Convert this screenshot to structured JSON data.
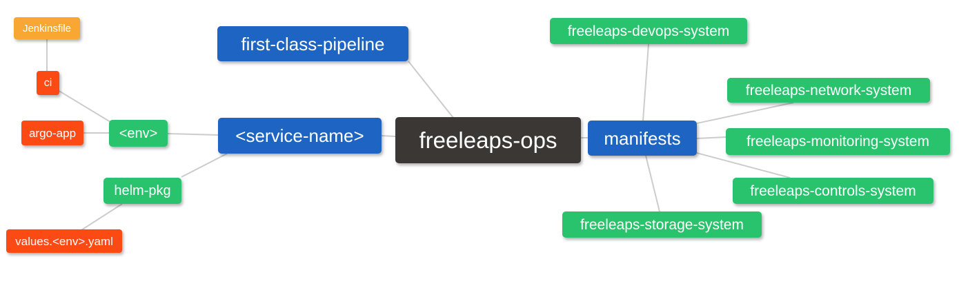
{
  "palette": {
    "blue": "#1e64c2",
    "green": "#28c36c",
    "red": "#fb4a14",
    "orange": "#f8a832",
    "root": "#3b3734",
    "edge": "#cccccc",
    "text": "#ffffff",
    "background": "#ffffff"
  },
  "mindmap": {
    "root": "freeleaps_ops",
    "nodes": {
      "jenkinsfile": {
        "label": "Jenkinsfile",
        "color": "orange"
      },
      "ci": {
        "label": "ci",
        "color": "red"
      },
      "argo_app": {
        "label": "argo-app",
        "color": "red"
      },
      "env": {
        "label": "<env>",
        "color": "green"
      },
      "helm_pkg": {
        "label": "helm-pkg",
        "color": "green"
      },
      "values_env_yaml": {
        "label": "values.<env>.yaml",
        "color": "red"
      },
      "first_class_pipeline": {
        "label": "first-class-pipeline",
        "color": "blue"
      },
      "service_name": {
        "label": "<service-name>",
        "color": "blue"
      },
      "freeleaps_ops": {
        "label": "freeleaps-ops",
        "color": "root"
      },
      "manifests": {
        "label": "manifests",
        "color": "blue"
      },
      "devops_system": {
        "label": "freeleaps-devops-system",
        "color": "green"
      },
      "network_system": {
        "label": "freeleaps-network-system",
        "color": "green"
      },
      "monitoring_system": {
        "label": "freeleaps-monitoring-system",
        "color": "green"
      },
      "controls_system": {
        "label": "freeleaps-controls-system",
        "color": "green"
      },
      "storage_system": {
        "label": "freeleaps-storage-system",
        "color": "green"
      }
    },
    "edges": [
      {
        "from": "freeleaps_ops",
        "to": "first_class_pipeline"
      },
      {
        "from": "freeleaps_ops",
        "to": "service_name"
      },
      {
        "from": "freeleaps_ops",
        "to": "manifests"
      },
      {
        "from": "service_name",
        "to": "env"
      },
      {
        "from": "service_name",
        "to": "helm_pkg"
      },
      {
        "from": "env",
        "to": "ci"
      },
      {
        "from": "env",
        "to": "argo_app"
      },
      {
        "from": "ci",
        "to": "jenkinsfile"
      },
      {
        "from": "helm_pkg",
        "to": "values_env_yaml"
      },
      {
        "from": "manifests",
        "to": "devops_system"
      },
      {
        "from": "manifests",
        "to": "network_system"
      },
      {
        "from": "manifests",
        "to": "monitoring_system"
      },
      {
        "from": "manifests",
        "to": "controls_system"
      },
      {
        "from": "manifests",
        "to": "storage_system"
      }
    ]
  }
}
